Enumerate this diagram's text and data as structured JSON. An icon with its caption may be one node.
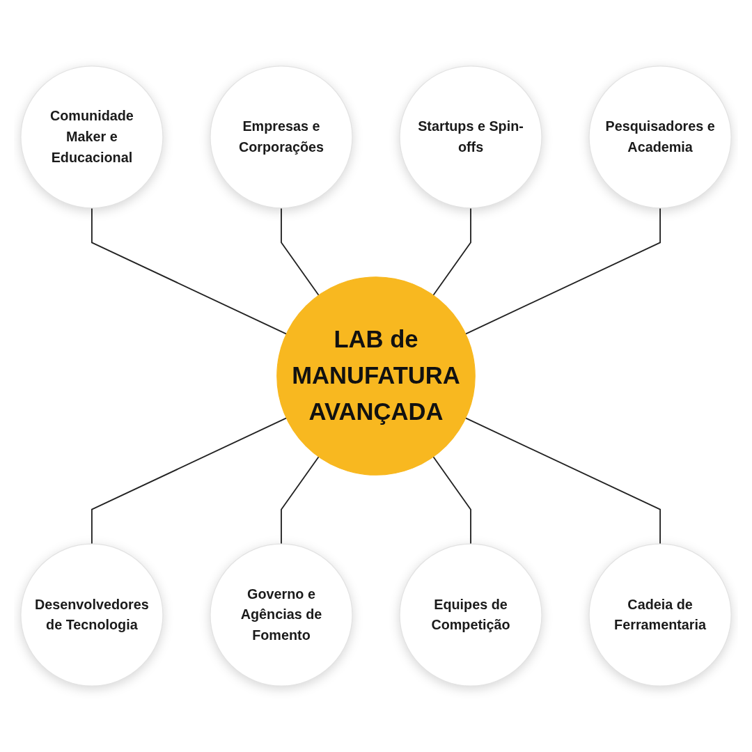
{
  "diagram": {
    "nodes": [
      {
        "text": [
          "LAB de MANUFATURA AVANÇADA"
        ]
      },
      {
        "text": [
          "Startups e Spin-offs"
        ]
      },
      {
        "text": [
          "Pesquisadores e Academia"
        ]
      },
      {
        "text": [
          "Cadeia de Ferramentaria"
        ]
      },
      {
        "text": [
          "Equipes de Competição"
        ]
      },
      {
        "text": [
          "Governo e Agências de Fomento"
        ]
      },
      {
        "text": [
          "Desenvolvedores de Tecnologia"
        ]
      },
      {
        "text": [
          "Comunidade Maker e Educacional"
        ]
      },
      {
        "text": [
          "Empresas e Corporações"
        ]
      }
    ],
    "edges": [
      {
        "from": 7,
        "to": 0,
        "arrow": "none"
      },
      {
        "from": 8,
        "to": 0,
        "arrow": "none"
      },
      {
        "from": 1,
        "to": 0,
        "arrow": "none"
      },
      {
        "from": 2,
        "to": 0,
        "arrow": "none"
      },
      {
        "from": 0,
        "to": 6,
        "arrow": "none"
      },
      {
        "from": 0,
        "to": 5,
        "arrow": "none"
      },
      {
        "from": 0,
        "to": 4,
        "arrow": "none"
      },
      {
        "from": 0,
        "to": 3,
        "arrow": "none"
      }
    ]
  }
}
